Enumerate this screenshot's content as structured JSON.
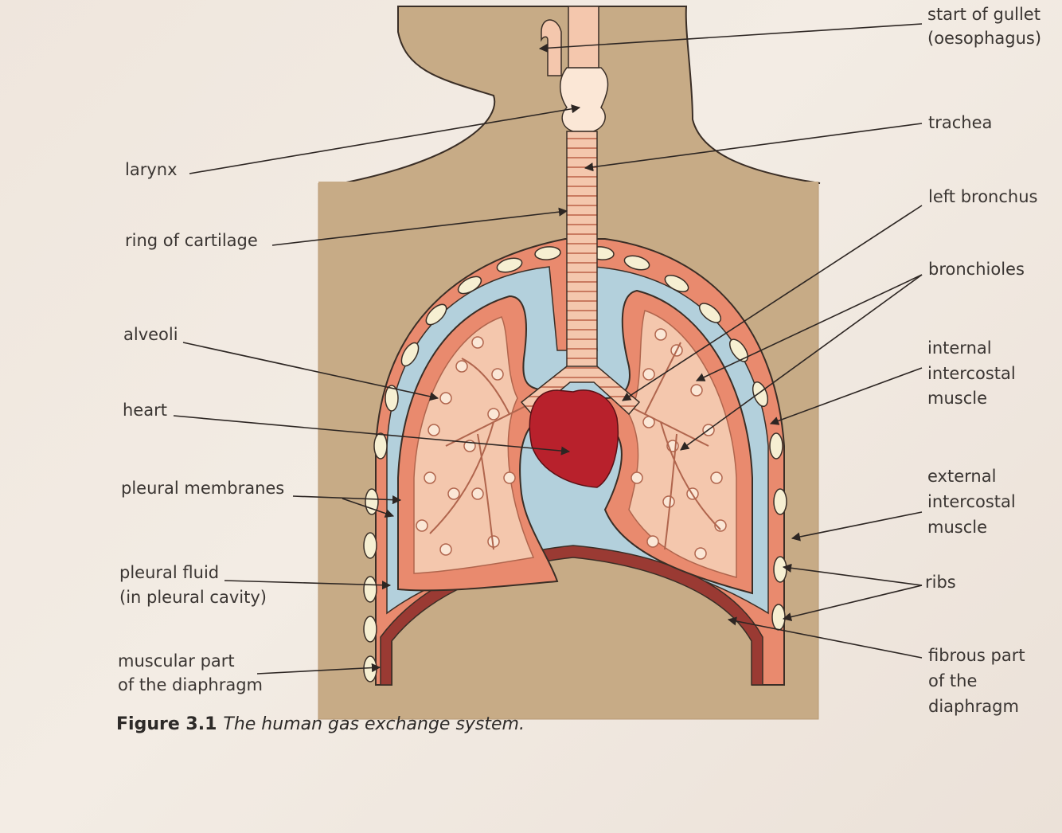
{
  "labels": {
    "gullet_line1": "start of gullet",
    "gullet_line2": "(oesophagus)",
    "trachea": "trachea",
    "left_bronchus": "left bronchus",
    "bronchioles": "bronchioles",
    "internal_line1": "internal",
    "internal_line2": "intercostal",
    "internal_line3": "muscle",
    "external_line1": "external",
    "external_line2": "intercostal",
    "external_line3": "muscle",
    "ribs": "ribs",
    "fibrous_line1": "fibrous part",
    "fibrous_line2": "of the",
    "fibrous_line3": "diaphragm",
    "larynx": "larynx",
    "ring_of_cartilage": "ring of cartilage",
    "alveoli": "alveoli",
    "heart": "heart",
    "pleural_membranes": "pleural membranes",
    "pleural_fluid_line1": "pleural fluid",
    "pleural_fluid_line2": "(in pleural cavity)",
    "muscular_line1": "muscular part",
    "muscular_line2": "of the diaphragm"
  },
  "caption": {
    "number": "Figure 3.1",
    "text": "The human gas exchange system."
  },
  "colors": {
    "body": "#c7ab86",
    "outline": "#3a2e26",
    "tissue": "#e98a6e",
    "tissue_light": "#f4c7ad",
    "pleural_fluid": "#b3d0dc",
    "heart": "#b8212c",
    "muscle": "#9a3a33",
    "rib": "#f6efd2"
  }
}
